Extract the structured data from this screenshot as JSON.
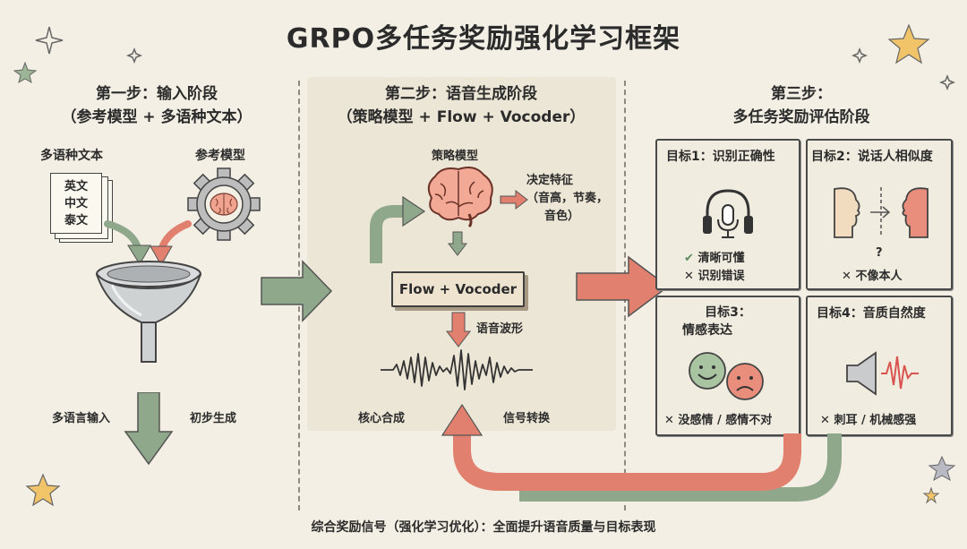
{
  "title": "GRPO多任务奖励强化学习框架",
  "step1": {
    "title_line1": "第一步：输入阶段",
    "title_line2": "（参考模型 + 多语种文本）",
    "text_label": "多语种文本",
    "doc_lines": [
      "英文",
      "中文",
      "泰文"
    ],
    "ref_label": "参考模型",
    "left_out": "多语言输入",
    "right_out": "初步生成"
  },
  "step2": {
    "title_line1": "第二步：语音生成阶段",
    "title_line2": "（策略模型 + Flow + Vocoder）",
    "policy_label": "策略模型",
    "decide_line1": "决定特征",
    "decide_line2": "（音高，节奏，",
    "decide_line3": "音色）",
    "box_label": "Flow + Vocoder",
    "wave_label": "语音波形",
    "left_label": "核心合成",
    "right_label": "信号转换"
  },
  "step3": {
    "title_line1": "第三步：",
    "title_line2": "多任务奖励评估阶段",
    "goal1": {
      "title": "目标1：识别正确性",
      "good": "清晰可懂",
      "bad": "识别错误"
    },
    "goal2": {
      "title": "目标2：说话人相似度",
      "mark": "?",
      "bad": "不像本人"
    },
    "goal3": {
      "title_line1": "目标3：",
      "title_line2": "情感表达",
      "bad": "没感情 / 感情不对"
    },
    "goal4": {
      "title": "目标4：音质自然度",
      "bad": "刺耳 / 机械感强"
    }
  },
  "footer": "综合奖励信号（强化学习优化）：全面提升语音质量与目标表现",
  "icons": {
    "check": "✔",
    "cross": "✕"
  },
  "colors": {
    "green_arrow": "#8fa88b",
    "red_arrow": "#e2806f",
    "panel": "#ece6d6"
  }
}
